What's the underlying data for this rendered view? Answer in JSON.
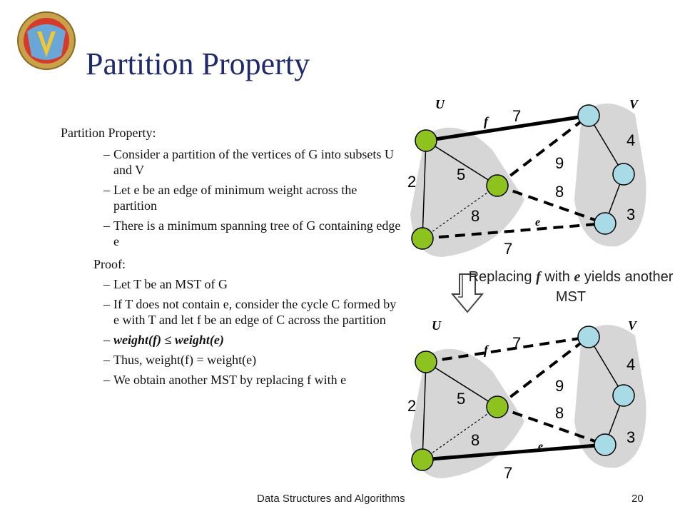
{
  "slide": {
    "title": "Partition Property",
    "footer": "Data Structures and Algorithms",
    "page_number": "20"
  },
  "content": {
    "heading": "Partition Property:",
    "bullets": [
      "Consider a partition of the vertices of G into subsets U and V",
      "Let e be an edge of minimum weight across the partition",
      "There is a minimum spanning tree of G containing edge e"
    ],
    "proof_heading": "Proof:",
    "proof_items": [
      "Let T be an MST of G",
      "If T does not contain e, consider the cycle C formed by e with T and let f be an edge of C across the partition",
      "weight(f) ≤ weight(e)",
      "Thus, weight(f) = weight(e)",
      "We obtain another MST by replacing f with e"
    ]
  },
  "diagram": {
    "caption_part1": "Replacing ",
    "caption_f": "f",
    "caption_part2": " with ",
    "caption_e": "e",
    "caption_part3": " yields another MST",
    "partition_labels": {
      "u": "U",
      "v": "V"
    },
    "edge_labels": {
      "f": "f",
      "e": "e"
    },
    "top_weights": [
      "7",
      "4",
      "9",
      "2",
      "5",
      "8",
      "8",
      "3",
      "7"
    ],
    "bottom_weights": [
      "7",
      "4",
      "9",
      "2",
      "5",
      "8",
      "8",
      "3",
      "7"
    ],
    "colors": {
      "left_node": "#8dc21f",
      "right_node": "#a9dbe6",
      "region": "#d6d6d6"
    }
  }
}
